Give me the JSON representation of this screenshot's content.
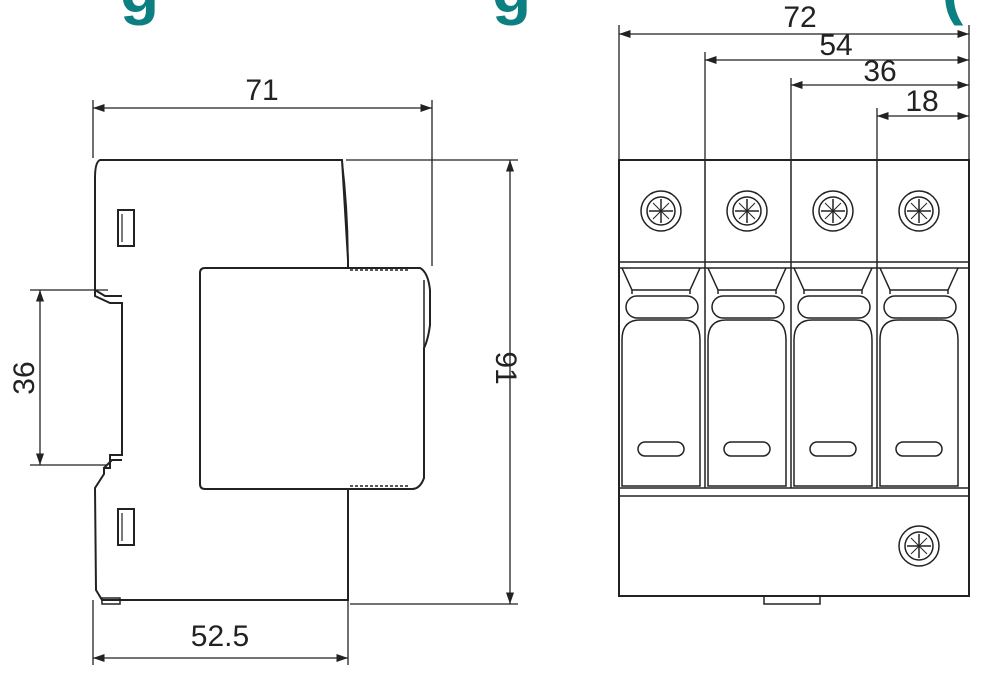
{
  "title_fragments": {
    "left": "g",
    "middle": "g",
    "right": "("
  },
  "side_view": {
    "width_top": "71",
    "height": "91",
    "rail_width": "36",
    "width_bottom": "52.5"
  },
  "front_view": {
    "total_width": "72",
    "width_3_modules": "54",
    "width_2_modules": "36",
    "width_1_module": "18"
  },
  "colors": {
    "line": "#222222",
    "heading": "#0b7f82",
    "background": "#ffffff"
  }
}
